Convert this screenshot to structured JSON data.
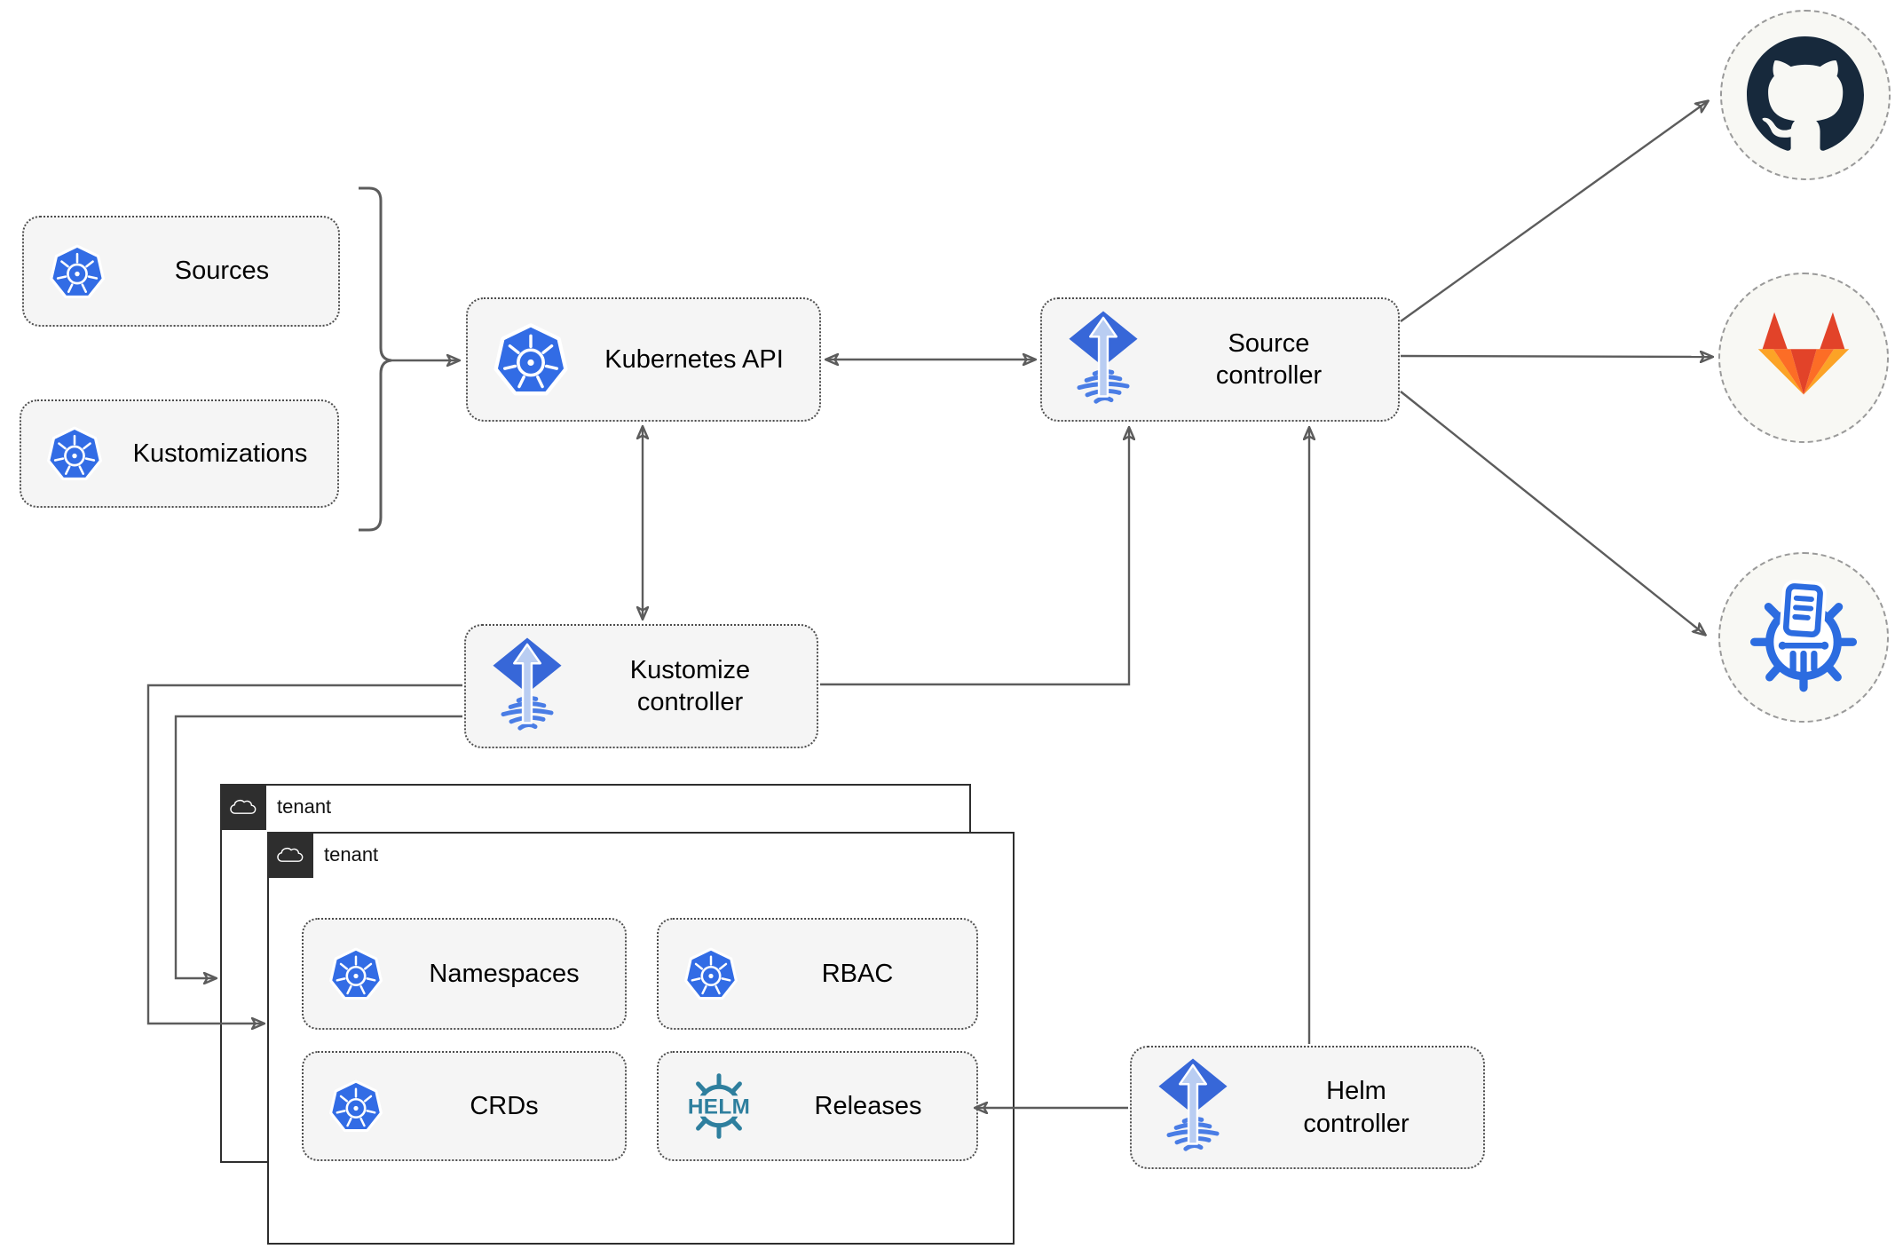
{
  "diagram": {
    "nodes": {
      "sources": {
        "label": "Sources"
      },
      "kustomizations": {
        "label": "Kustomizations"
      },
      "kubernetes_api": {
        "label": "Kubernetes API"
      },
      "source_controller": {
        "label": "Source controller"
      },
      "kustomize_controller": {
        "label": "Kustomize controller"
      },
      "helm_controller": {
        "label": "Helm controller"
      },
      "namespaces": {
        "label": "Namespaces"
      },
      "rbac": {
        "label": "RBAC"
      },
      "crds": {
        "label": "CRDs"
      },
      "releases": {
        "label": "Releases"
      }
    },
    "groups": {
      "tenant_back": {
        "label": "tenant"
      },
      "tenant_front": {
        "label": "tenant"
      }
    },
    "icons": {
      "kubernetes": "kubernetes-wheel-logo",
      "flux": "flux-diamond-logo",
      "helm_wordmark": "HELM",
      "github": "github-octocat-logo",
      "gitlab": "gitlab-tanuki-logo",
      "chartmuseum": "chartmuseum-wheel-logo",
      "cloud": "cloud-shape"
    },
    "colors": {
      "kubernetes_blue": "#326ce5",
      "flux_blue": "#3767d8",
      "flux_arrow_light": "#b9cdf2",
      "helm_teal": "#2e7f9e",
      "github_navy": "#17293c",
      "gitlab_red_orange": "#e24329",
      "gitlab_orange": "#fc6d26",
      "gitlab_light_orange": "#fca326",
      "chartmuseum_blue": "#2c6ce0",
      "edge_gray": "#5c5c5c",
      "node_fill": "#f5f5f5",
      "tenant_dark": "#2e2e2e"
    }
  }
}
